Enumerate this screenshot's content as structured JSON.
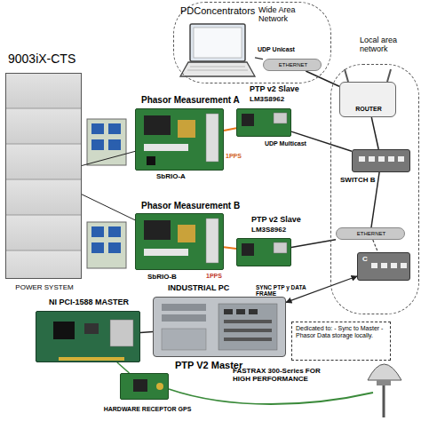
{
  "diagram": {
    "nodes": [
      {
        "text": [
          "Wide Area Network"
        ]
      },
      {
        "text": [
          "PDConcentrators"
        ],
        "in": 0
      },
      {
        "text": [
          "ETHERNET"
        ],
        "in": 0
      },
      {
        "text": [
          "Local area network"
        ]
      },
      {
        "text": [
          "ROUTER"
        ],
        "in": 3
      },
      {
        "text": [
          "SWITCH B"
        ],
        "in": 3
      },
      {
        "text": [
          "ETHERNET"
        ],
        "in": 3
      },
      {
        "text": [
          "C"
        ],
        "in": 3
      },
      {
        "text": [
          "9003iX-CTS",
          "POWER SYSTEM"
        ]
      },
      {
        "text": [
          "Phasor Measurement A",
          "SbRIO-A"
        ]
      },
      {
        "text": [
          "PTP v2 Slave",
          "LM3S8962"
        ]
      },
      {
        "text": [
          "Phasor Measurement B",
          "SbRIO-B"
        ]
      },
      {
        "text": [
          "PTP v2 Slave",
          "LM3S8962"
        ]
      },
      {
        "text": [
          "INDUSTRIAL PC",
          "PTP V2 Master"
        ]
      },
      {
        "text": [
          "NI PCI-1588 MASTER"
        ]
      },
      {
        "text": [
          "Dedicated to: - Sync to Master - Phasor Data storage locally."
        ]
      },
      {
        "text": [
          "HARDWARE RECEPTOR GPS"
        ]
      }
    ],
    "edges": [
      {
        "from": 1,
        "to": 2,
        "arrow": "none",
        "label": "UDP Unicast"
      },
      {
        "from": 2,
        "to": 4,
        "arrow": "none"
      },
      {
        "from": 4,
        "to": 5,
        "arrow": "none"
      },
      {
        "from": 5,
        "to": 10,
        "arrow": "none",
        "label": "UDP Multicast"
      },
      {
        "from": 5,
        "to": 6,
        "arrow": "none"
      },
      {
        "from": 12,
        "to": 6,
        "arrow": "none"
      },
      {
        "from": 6,
        "to": 7,
        "arrow": "none"
      },
      {
        "from": 7,
        "to": 13,
        "arrow": "both",
        "label": "SYNC PTP y DATA FRAME"
      },
      {
        "from": 9,
        "to": 10,
        "arrow": "none",
        "label": "1PPS"
      },
      {
        "from": 11,
        "to": 12,
        "arrow": "none",
        "label": "1PPS"
      },
      {
        "from": 8,
        "to": 9,
        "arrow": "none"
      },
      {
        "from": 8,
        "to": 11,
        "arrow": "none"
      },
      {
        "from": 14,
        "to": 13,
        "arrow": "none"
      },
      {
        "from": 14,
        "to": 16,
        "arrow": "none"
      }
    ],
    "labels": [
      "FASTRAX 300-Series FOR HIGH PERFORMANCE"
    ]
  }
}
